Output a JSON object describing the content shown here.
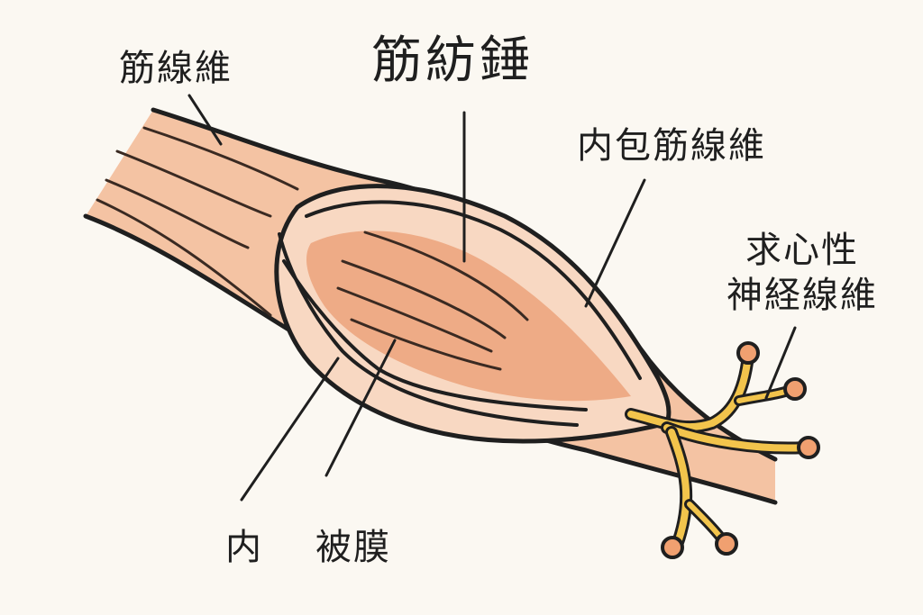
{
  "title": "筋紡錘",
  "labels": {
    "muscle_fiber": "筋線維",
    "intrafusal_fiber": "内包筋線維",
    "afferent_line1": "求心性",
    "afferent_line2": "神経線維",
    "inner": "内",
    "capsule": "被膜"
  },
  "colors": {
    "background": "#fbf8f2",
    "fiber_fill": "#f4c3a3",
    "capsule_fill": "#f8d8c2",
    "inner_fill": "#eeab86",
    "nerve": "#f2c44c",
    "nerve_end": "#f0a070",
    "outline": "#1f1f1f"
  }
}
